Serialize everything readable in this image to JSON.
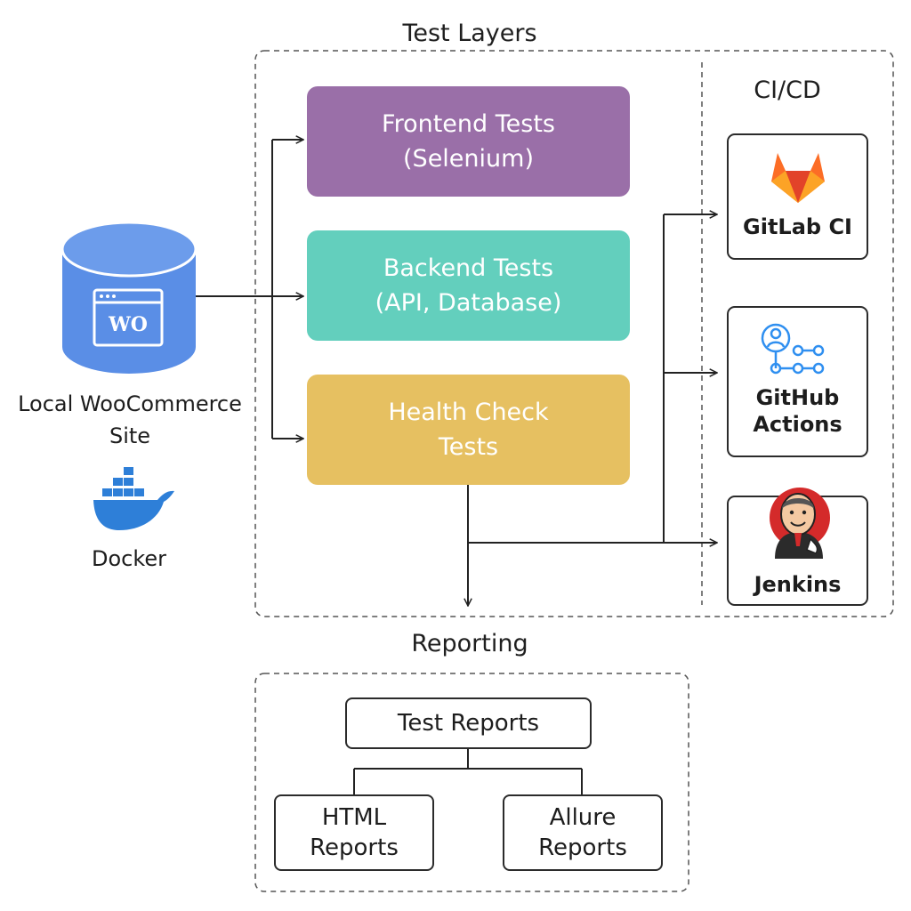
{
  "groups": {
    "test_layers": "Test Layers",
    "cicd": "CI/CD",
    "reporting": "Reporting"
  },
  "source": {
    "site_line1": "Local WooCommerce",
    "site_line2": "Site",
    "db_badge": "WO",
    "docker": "Docker"
  },
  "layers": [
    {
      "line1": "Frontend Tests",
      "line2": "(Selenium)",
      "color": "#9a6fa8"
    },
    {
      "line1": "Backend Tests",
      "line2": "(API, Database)",
      "color": "#63cfbd"
    },
    {
      "line1": "Health Check",
      "line2": "Tests",
      "color": "#e6c061"
    }
  ],
  "ci": [
    {
      "line1": "GitLab CI",
      "line2": "",
      "icon": "gitlab-icon"
    },
    {
      "line1": "GitHub",
      "line2": "Actions",
      "icon": "github-actions-icon"
    },
    {
      "line1": "Jenkins",
      "line2": "",
      "icon": "jenkins-icon"
    }
  ],
  "reports": {
    "root": "Test Reports",
    "html_line1": "HTML",
    "html_line2": "Reports",
    "allure_line1": "Allure",
    "allure_line2": "Reports"
  },
  "colors": {
    "database": "#5a8ee6",
    "docker": "#2e7fd8",
    "gitlab": "#f0782a",
    "github_actions": "#2f8ff0",
    "jenkins_red": "#d42a2a"
  }
}
